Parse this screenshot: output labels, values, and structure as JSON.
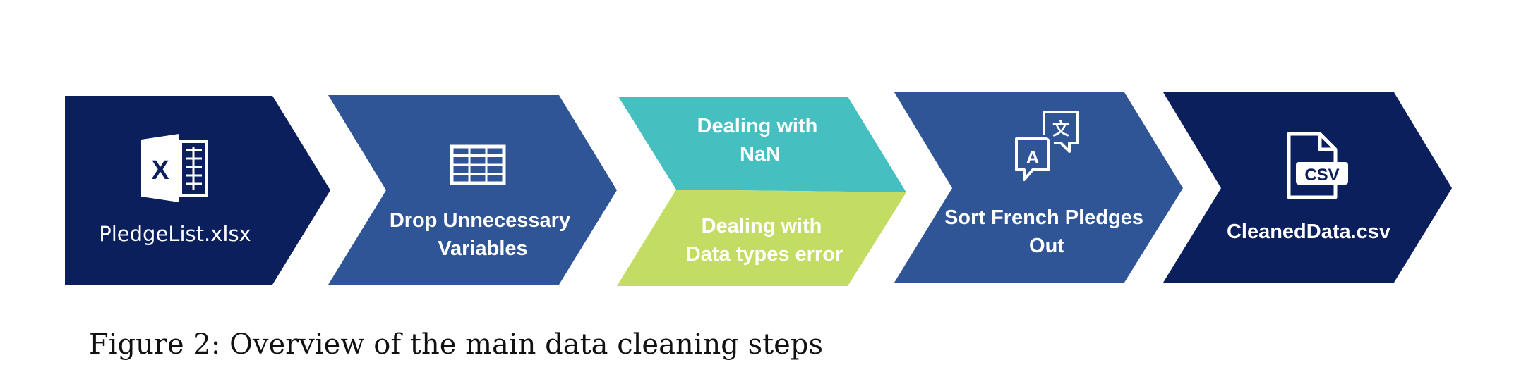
{
  "colors": {
    "dark_navy": "#0b1f5c",
    "medium_blue": "#2f5597",
    "teal": "#45bfbf",
    "lime_green": "#c3dc63",
    "white": "#ffffff"
  },
  "steps": [
    {
      "label_lines": [
        "PledgeList.xlsx"
      ],
      "icon": "excel-icon",
      "color": "#0b1f5c"
    },
    {
      "label_lines": [
        "Drop Unnecessary",
        "Variables"
      ],
      "icon": "table-icon",
      "color": "#2f5597"
    },
    {
      "top_label_lines": [
        "Dealing with",
        "NaN"
      ],
      "bottom_label_lines": [
        "Dealing with",
        "Data types error"
      ],
      "top_color": "#45bfbf",
      "bottom_color": "#c3dc63"
    },
    {
      "label_lines": [
        "Sort French Pledges",
        "Out"
      ],
      "icon": "translate-icon",
      "color": "#2f5597"
    },
    {
      "label_lines": [
        "CleanedData.csv"
      ],
      "icon": "csv-file-icon",
      "color": "#0b1f5c"
    }
  ],
  "icons": {
    "excel_letter": "X",
    "translate_letter_a": "A",
    "translate_letter_x": "文",
    "csv_badge": "CSV"
  },
  "caption": "Figure 2: Overview of the main data cleaning steps"
}
